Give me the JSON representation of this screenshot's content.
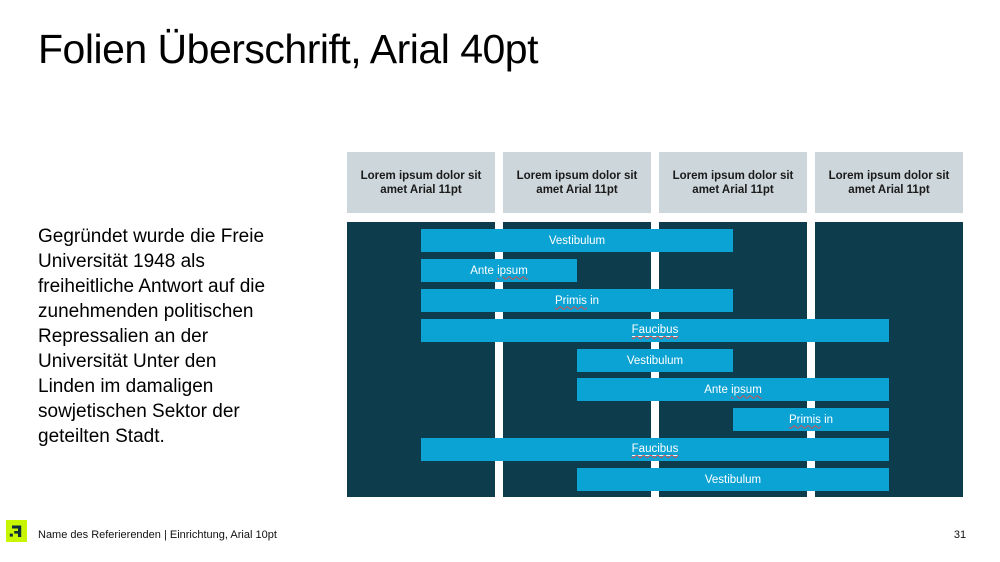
{
  "slide": {
    "title": "Folien Überschrift, Arial 40pt",
    "body_text": "Gegründet wurde die Freie\nUniversität 1948 als\nfreiheitliche Antwort auf die\nzunehmenden politischen\nRepressalien an der\nUniversität Unter den\nLinden im damaligen\nsowjetischen Sektor der\ngeteilten Stadt."
  },
  "footer": {
    "text": "Name des Referierenden | Einrichtung, Arial 10pt",
    "page_number": "31",
    "logo_icon": "fu-berlin-logo"
  },
  "chart_data": {
    "type": "gantt",
    "title": "",
    "column_headers": [
      "Lorem ipsum dolor sit amet Arial 11pt",
      "Lorem ipsum dolor sit amet Arial 11pt",
      "Lorem ipsum dolor sit amet Arial 11pt",
      "Lorem ipsum dolor sit amet Arial 11pt"
    ],
    "columns_count": 4,
    "bars": [
      {
        "row": 1,
        "label": "Vestibulum",
        "from_col": 1,
        "to_col": 3,
        "misspelled": [],
        "underlined": []
      },
      {
        "row": 2,
        "label": "Ante ipsum",
        "from_col": 1,
        "to_col": 2,
        "misspelled": [
          "ipsum"
        ],
        "underlined": []
      },
      {
        "row": 3,
        "label": "Primis in",
        "from_col": 1,
        "to_col": 3,
        "misspelled": [
          "Primis"
        ],
        "underlined": []
      },
      {
        "row": 4,
        "label": "Faucibus",
        "from_col": 1,
        "to_col": 4,
        "misspelled": [
          "Faucibus"
        ],
        "underlined": [
          "Faucibus"
        ]
      },
      {
        "row": 5,
        "label": "Vestibulum",
        "from_col": 2,
        "to_col": 3,
        "misspelled": [],
        "underlined": []
      },
      {
        "row": 6,
        "label": "Ante ipsum",
        "from_col": 2,
        "to_col": 4,
        "misspelled": [
          "ipsum"
        ],
        "underlined": []
      },
      {
        "row": 7,
        "label": "Primis in",
        "from_col": 3,
        "to_col": 4,
        "misspelled": [
          "Primis"
        ],
        "underlined": []
      },
      {
        "row": 8,
        "label": "Faucibus",
        "from_col": 1,
        "to_col": 4,
        "misspelled": [
          "Faucibus"
        ],
        "underlined": [
          "Faucibus"
        ]
      },
      {
        "row": 9,
        "label": "Vestibulum",
        "from_col": 2,
        "to_col": 4,
        "misspelled": [],
        "underlined": []
      }
    ],
    "colors": {
      "panel_background": "#0d3d4c",
      "bar_fill": "#0ba3d4",
      "header_background": "#cdd6da",
      "bar_text": "#ffffff",
      "logo_green": "#c8f500",
      "logo_glyph": "#0e2f3a"
    },
    "legend_position": "none",
    "grid": "white vertical gaps between 4 columns"
  }
}
